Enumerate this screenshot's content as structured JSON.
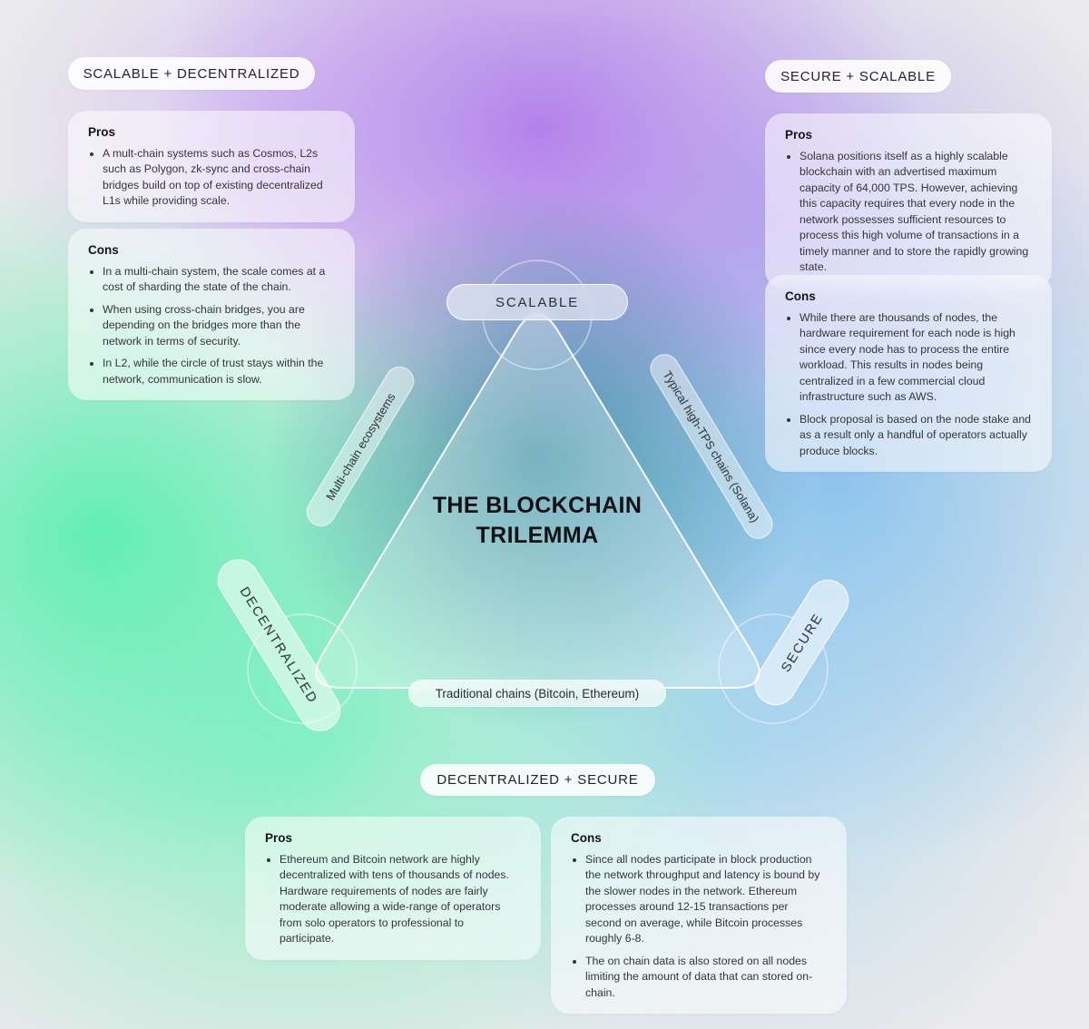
{
  "palette": {
    "purple": "#b17dec",
    "green": "#5cf0b1",
    "blue": "#84c2ee",
    "teal": "#177d94",
    "background": "#eaeaec",
    "text": "#222226"
  },
  "center": {
    "title_line1": "THE BLOCKCHAIN",
    "title_line2": "TRILEMMA"
  },
  "triangle": {
    "vertex_top": "SCALABLE",
    "vertex_bottom_left": "DECENTRALIZED",
    "vertex_bottom_right": "SECURE",
    "edge_left": "Multi-chain ecosystems",
    "edge_right": "Typical high-TPS chains (Solana)",
    "edge_bottom": "Traditional chains (Bitcoin, Ethereum)"
  },
  "sections": {
    "scalable_decentralized": {
      "heading": "SCALABLE + DECENTRALIZED",
      "pros": {
        "title": "Pros",
        "items": [
          "A mult-chain systems such as Cosmos, L2s such as Polygon, zk-sync and cross-chain bridges build on top of existing decentralized L1s while providing scale."
        ]
      },
      "cons": {
        "title": "Cons",
        "items": [
          "In a multi-chain system, the scale comes at a cost of sharding the state of the chain.",
          "When using cross-chain bridges, you are depending on the bridges more than the network in terms of security.",
          "In L2, while the circle of trust stays within the network, communication is slow."
        ]
      }
    },
    "secure_scalable": {
      "heading": "SECURE + SCALABLE",
      "pros": {
        "title": "Pros",
        "items": [
          "Solana positions itself as a highly scalable blockchain with an advertised maximum capacity of 64,000 TPS. However, achieving this capacity requires that every node in the network possesses sufficient resources to process this high volume of transactions in a timely manner and to store the rapidly growing state."
        ]
      },
      "cons": {
        "title": "Cons",
        "items": [
          "While there are thousands of nodes, the hardware requirement for each node is high since every node has to process the entire workload. This results in nodes being centralized in a few commercial cloud infrastructure such as AWS.",
          "Block proposal is based on the node stake and as a result only a handful of operators actually produce blocks."
        ]
      }
    },
    "decentralized_secure": {
      "heading": "DECENTRALIZED + SECURE",
      "pros": {
        "title": "Pros",
        "items": [
          "Ethereum and Bitcoin network are highly decentralized with tens of thousands of nodes. Hardware requirements of nodes are fairly moderate allowing a wide-range of operators from solo operators to professional to participate."
        ]
      },
      "cons": {
        "title": "Cons",
        "items": [
          "Since all nodes participate in block production the network throughput and latency is bound by the slower nodes in the network. Ethereum processes around 12-15 transactions per second on average, while Bitcoin processes roughly 6-8.",
          "The on chain data is also stored on all nodes limiting the amount of data that can stored on-chain."
        ]
      }
    }
  }
}
